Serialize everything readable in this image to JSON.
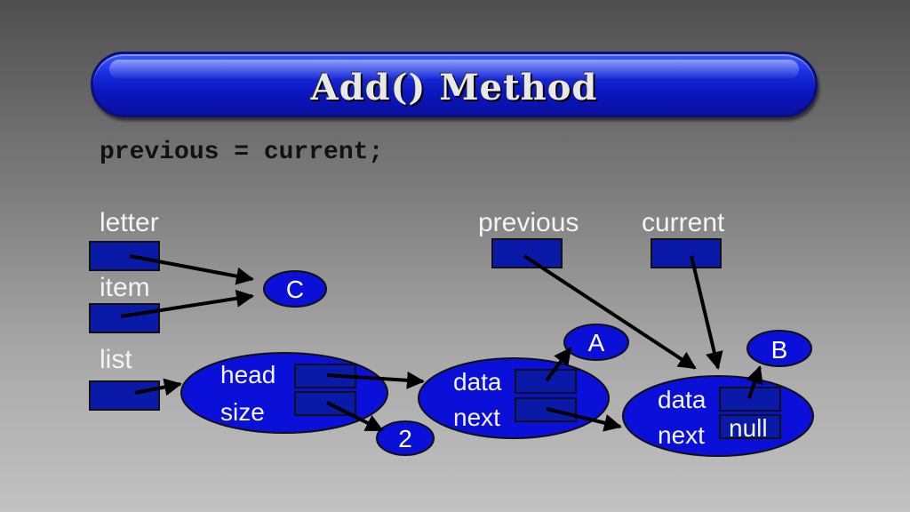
{
  "slide": {
    "title": "Add() Method",
    "code": "previous = current;"
  },
  "variables": {
    "letter": "letter",
    "item": "item",
    "list": "list",
    "previous": "previous",
    "current": "current"
  },
  "list_node": {
    "head": "head",
    "size": "size",
    "size_value": "2"
  },
  "node1": {
    "data": "data",
    "next": "next",
    "value": "A"
  },
  "node2": {
    "data": "data",
    "next": "next",
    "value": "B",
    "null_label": "null"
  },
  "item_value": "C",
  "colors": {
    "node_fill": "#0a10d8",
    "box_fill": "#0a1aa8",
    "outline": "#1a1a1a",
    "title_blue": "#1a2fe0"
  }
}
